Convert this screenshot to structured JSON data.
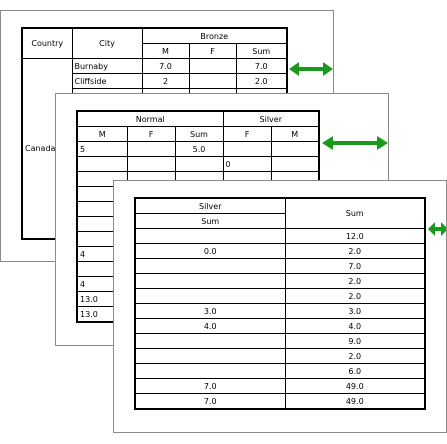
{
  "sheet1": {
    "headers": {
      "country": "Country",
      "city": "City",
      "bronze": "Bronze",
      "m": "M",
      "f": "F",
      "sum": "Sum"
    },
    "country_value": "Canada",
    "rows": [
      {
        "city": "Burnaby",
        "m": "7.0",
        "f": "",
        "sum": "7.0"
      },
      {
        "city": "Cliffside",
        "m": "2",
        "f": "",
        "sum": "2.0"
      }
    ]
  },
  "sheet2": {
    "headers": {
      "normal": "Normal",
      "silver": "Silver",
      "m": "M",
      "f": "F",
      "sum": "Sum"
    },
    "rows": [
      {
        "m": "5",
        "f": "",
        "sum": "5.0",
        "sm": "",
        "sf": ""
      },
      {
        "m": "",
        "f": "",
        "sum": "",
        "sm": "0",
        "sf": ""
      }
    ],
    "left_values": [
      "4",
      "4",
      "13.0",
      "13.0"
    ]
  },
  "sheet3": {
    "headers": {
      "silver": "Silver",
      "sum": "Sum",
      "grand_sum": "Sum"
    },
    "rows": [
      {
        "silver_sum": "",
        "sum": "12.0"
      },
      {
        "silver_sum": "0.0",
        "sum": "2.0"
      },
      {
        "silver_sum": "",
        "sum": "7.0"
      },
      {
        "silver_sum": "",
        "sum": "2.0"
      },
      {
        "silver_sum": "",
        "sum": "2.0"
      },
      {
        "silver_sum": "3.0",
        "sum": "3.0"
      },
      {
        "silver_sum": "4.0",
        "sum": "4.0"
      },
      {
        "silver_sum": "",
        "sum": "9.0"
      },
      {
        "silver_sum": "",
        "sum": "2.0"
      },
      {
        "silver_sum": "",
        "sum": "6.0"
      },
      {
        "silver_sum": "7.0",
        "sum": "49.0"
      },
      {
        "silver_sum": "7.0",
        "sum": "49.0"
      }
    ]
  },
  "colors": {
    "arrow": "#1a9a1a",
    "sheet_border": "#8a8a8a"
  },
  "icons": {
    "scroll_arrow": "double-arrow-horizontal-icon"
  }
}
